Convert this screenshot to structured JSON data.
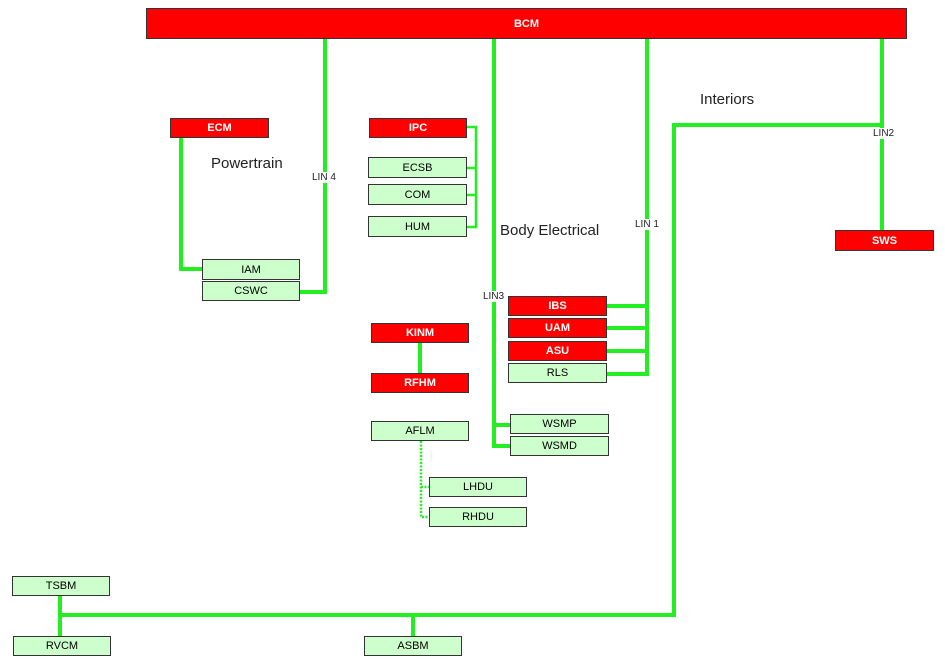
{
  "colors": {
    "red_module": "#ff0000",
    "green_module": "#ccffcc",
    "bus_line": "#22ee22"
  },
  "modules": {
    "bcm": "BCM",
    "ecm": "ECM",
    "iam": "IAM",
    "cswc": "CSWC",
    "ipc": "IPC",
    "ecsb": "ECSB",
    "com": "COM",
    "hum": "HUM",
    "kinm": "KINM",
    "rfhm": "RFHM",
    "aflm": "AFLM",
    "lhdu": "LHDU",
    "rhdu": "RHDU",
    "ibs": "IBS",
    "uam": "UAM",
    "asu": "ASU",
    "rls": "RLS",
    "wsmp": "WSMP",
    "wsmd": "WSMD",
    "sws": "SWS",
    "tsbm": "TSBM",
    "rvcm": "RVCM",
    "asbm": "ASBM"
  },
  "sections": {
    "powertrain": "Powertrain",
    "body_electrical": "Body Electrical",
    "interiors": "Interiors"
  },
  "buses": {
    "lin1": "LIN 1",
    "lin2": "LIN2",
    "lin3": "LIN3",
    "lin4": "LIN 4"
  }
}
